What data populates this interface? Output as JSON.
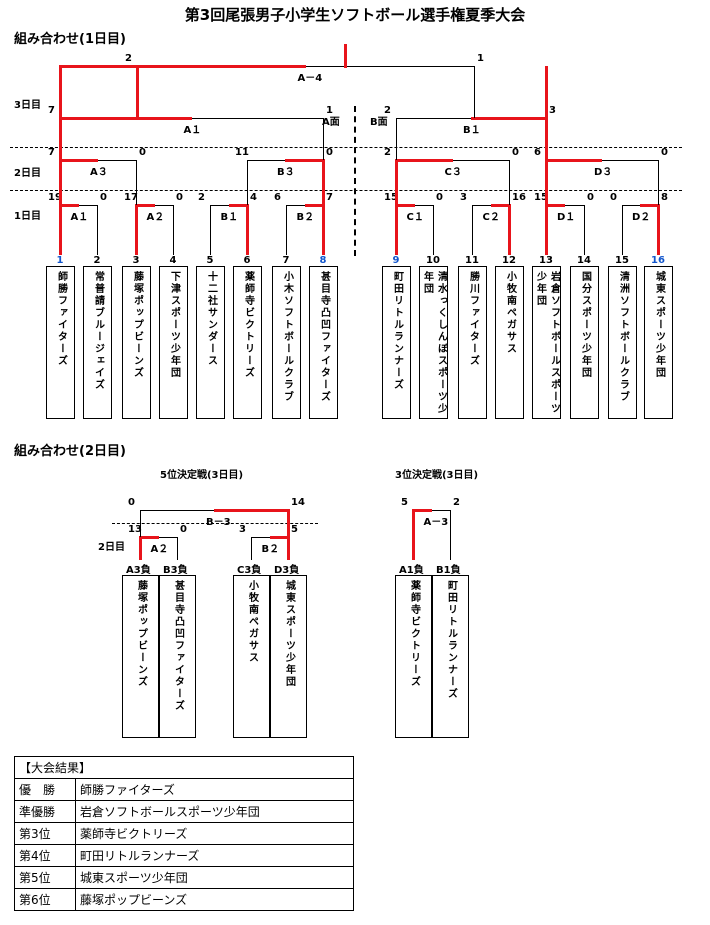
{
  "title": "第3回尾張男子小学生ソフトボール選手権夏季大会",
  "day1_heading": "組み合わせ(1日目)",
  "day2_heading": "組み合わせ(2日目)",
  "row_labels": {
    "day3": "3日目",
    "day2": "2日目",
    "day1": "1日目",
    "day2b": "2日目"
  },
  "field_labels": {
    "a": "A面",
    "b": "B面"
  },
  "teams": [
    {
      "no": "1",
      "name": "師勝ファイターズ"
    },
    {
      "no": "2",
      "name": "常普請ブルージェイズ"
    },
    {
      "no": "3",
      "name": "藤塚ポップビーンズ"
    },
    {
      "no": "4",
      "name": "下津スポーツ少年団"
    },
    {
      "no": "5",
      "name": "十二社サンダース"
    },
    {
      "no": "6",
      "name": "薬師寺ビクトリーズ"
    },
    {
      "no": "7",
      "name": "小木ソフトボールクラブ"
    },
    {
      "no": "8",
      "name": "甚目寺凸凹ファイターズ"
    },
    {
      "no": "9",
      "name": "町田リトルランナーズ"
    },
    {
      "no": "10",
      "name": "清水っくしんぼスポーツ少年団"
    },
    {
      "no": "11",
      "name": "勝川ファイターズ"
    },
    {
      "no": "12",
      "name": "小牧南ペガサス"
    },
    {
      "no": "13",
      "name": "岩倉ソフトボールスポーツ少年団"
    },
    {
      "no": "14",
      "name": "国分スポーツ少年団"
    },
    {
      "no": "15",
      "name": "清洲ソフトボールクラブ"
    },
    {
      "no": "16",
      "name": "城東スポーツ少年団"
    }
  ],
  "games_day1": [
    {
      "id": "A1",
      "label": "A１",
      "left": "19",
      "right": "0"
    },
    {
      "id": "A2",
      "label": "A２",
      "left": "17",
      "right": "0"
    },
    {
      "id": "B1",
      "label": "B１",
      "left": "2",
      "right": "4"
    },
    {
      "id": "B2",
      "label": "B２",
      "left": "6",
      "right": "7"
    },
    {
      "id": "C1",
      "label": "C１",
      "left": "15",
      "right": "0"
    },
    {
      "id": "C2",
      "label": "C２",
      "left": "3",
      "right": "16"
    },
    {
      "id": "D1",
      "label": "D１",
      "left": "15",
      "right": "0"
    },
    {
      "id": "D2",
      "label": "D２",
      "left": "0",
      "right": "8"
    }
  ],
  "games_day2": [
    {
      "id": "A3",
      "label": "A３",
      "left": "7",
      "right": "0"
    },
    {
      "id": "B3",
      "label": "B３",
      "left": "11",
      "right": "0"
    },
    {
      "id": "C3",
      "label": "C３",
      "left": "2",
      "right": "0"
    },
    {
      "id": "D3",
      "label": "D３",
      "left": "6",
      "right": "0"
    }
  ],
  "semis": [
    {
      "id": "A1s",
      "label": "A１",
      "left": "7",
      "right": "1"
    },
    {
      "id": "B1s",
      "label": "B１",
      "left": "2",
      "right": "3"
    }
  ],
  "final": {
    "label": "A－4",
    "left": "2",
    "right": "1"
  },
  "fifth": {
    "title": "5位決定戦(3日目)",
    "final": {
      "label": "B－3",
      "left": "0",
      "right": "14"
    },
    "a2": {
      "label": "A２",
      "left": "13",
      "right": "0"
    },
    "b2": {
      "label": "B２",
      "left": "3",
      "right": "5"
    },
    "slots": [
      {
        "label": "A3負",
        "name": "藤塚ポップビーンズ"
      },
      {
        "label": "B3負",
        "name": "甚目寺凸凹ファイターズ"
      },
      {
        "label": "C3負",
        "name": "小牧南ペガサス"
      },
      {
        "label": "D3負",
        "name": "城東スポーツ少年団"
      }
    ]
  },
  "third": {
    "title": "3位決定戦(3日目)",
    "final": {
      "label": "A－3",
      "left": "5",
      "right": "2"
    },
    "slots": [
      {
        "label": "A1負",
        "name": "薬師寺ビクトリーズ"
      },
      {
        "label": "B1負",
        "name": "町田リトルランナーズ"
      }
    ]
  },
  "results": {
    "header": "【大会結果】",
    "rows": [
      {
        "place": "優　勝",
        "team": "師勝ファイターズ"
      },
      {
        "place": "準優勝",
        "team": "岩倉ソフトボールスポーツ少年団"
      },
      {
        "place": "第3位",
        "team": "薬師寺ビクトリーズ"
      },
      {
        "place": "第4位",
        "team": "町田リトルランナーズ"
      },
      {
        "place": "第5位",
        "team": "城東スポーツ少年団"
      },
      {
        "place": "第6位",
        "team": "藤塚ポップビーンズ"
      }
    ]
  },
  "colors": {
    "win_line": "#e8141b",
    "seed_number": "#1155cc"
  }
}
